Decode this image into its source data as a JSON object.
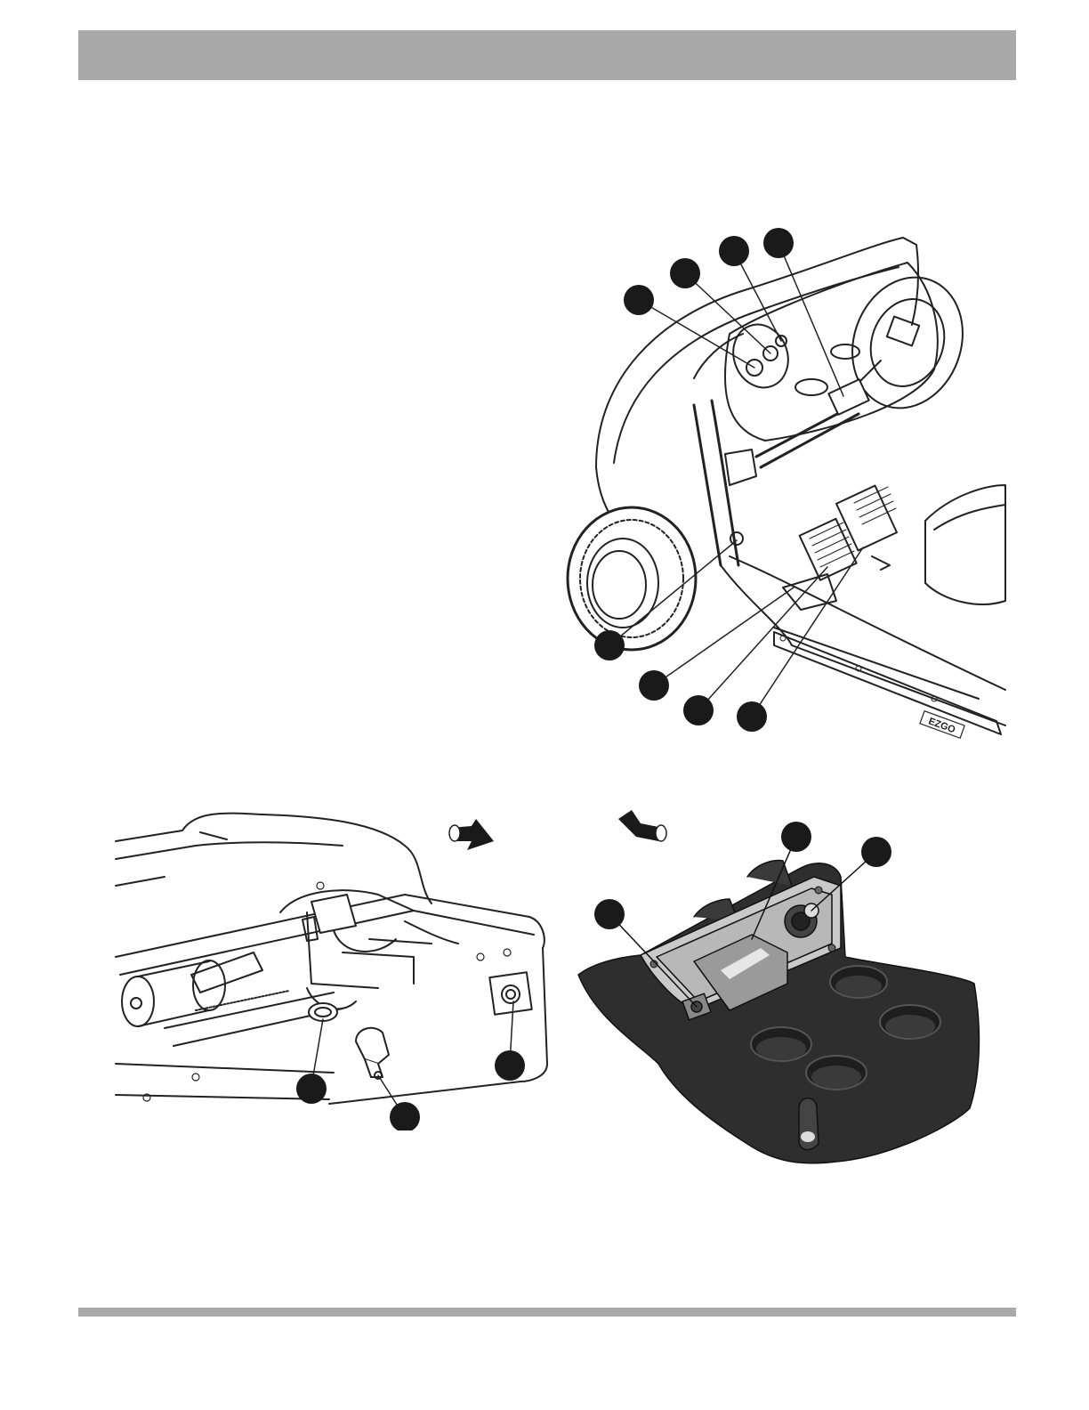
{
  "header": {
    "title": ""
  },
  "figures": {
    "dash_view": {
      "brand_logo_text": "EZGO",
      "callout_count": 8
    },
    "rear_view": {
      "callout_count": 3,
      "direction_arrow": "arrow-down-right-icon"
    },
    "console_view": {
      "callout_count": 3,
      "direction_arrow": "arrow-up-left-icon"
    }
  },
  "colors": {
    "header_bar": "#a9a9a9",
    "footer_bar": "#a9a9a9",
    "callout_fill": "#1a1a1a",
    "console_body": "#2e2e2e"
  }
}
